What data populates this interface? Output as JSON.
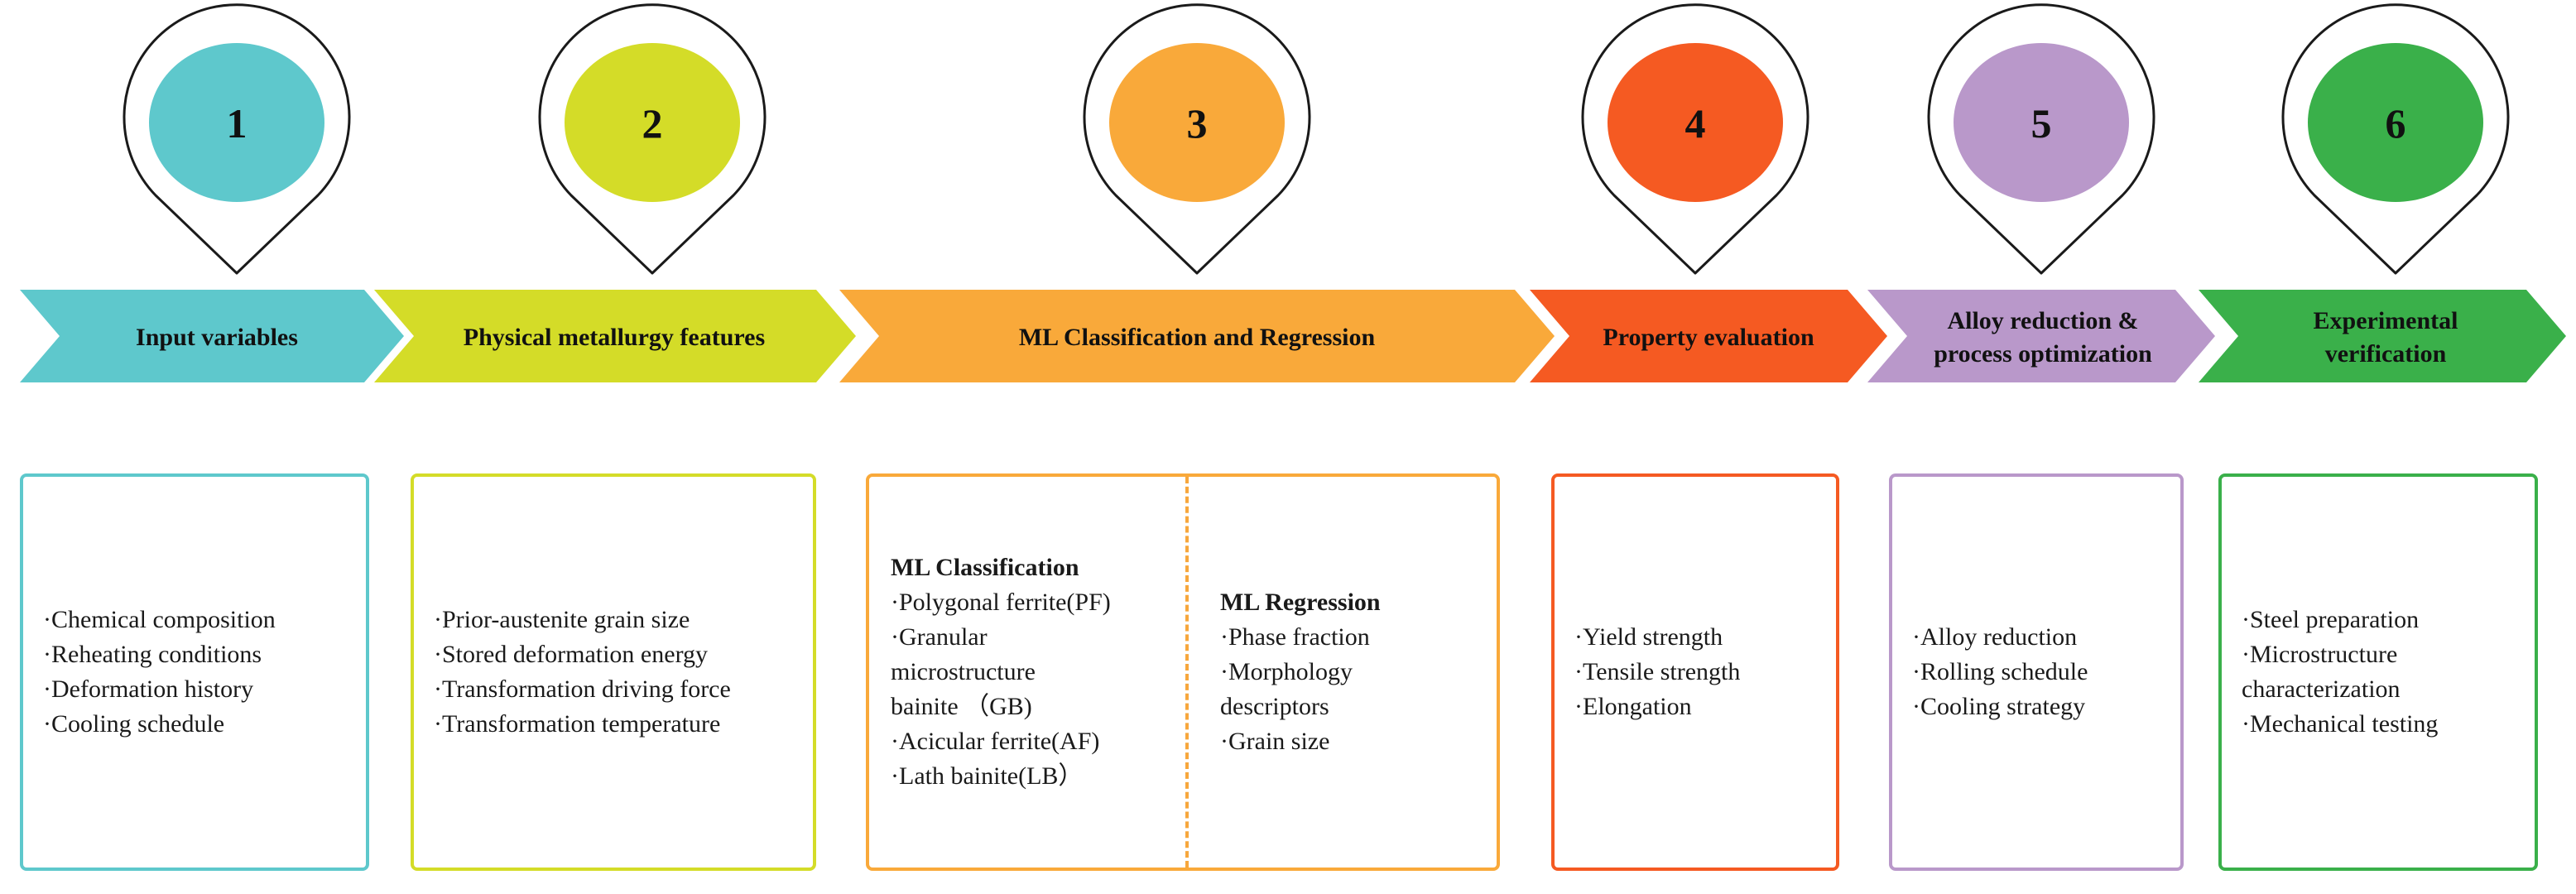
{
  "stages": [
    {
      "number": "1",
      "title_lines": [
        "Input variables"
      ],
      "color": "#5ec8cc",
      "items": [
        "·Chemical composition",
        "·Reheating conditions",
        "·Deformation history",
        "·Cooling schedule"
      ]
    },
    {
      "number": "2",
      "title_lines": [
        "Physical metallurgy features"
      ],
      "color": "#d4dc28",
      "items": [
        "·Prior-austenite grain size",
        "·Stored deformation energy",
        "·Transformation driving force",
        "·Transformation temperature"
      ]
    },
    {
      "number": "3",
      "title_lines": [
        "ML Classification and Regression"
      ],
      "color": "#f9a93a",
      "classification": {
        "title": "ML Classification",
        "items": [
          "·Polygonal ferrite(PF)",
          "·Granular",
          "microstructure",
          "bainite （GB)",
          "·Acicular ferrite(AF)",
          "·Lath bainite(LB）"
        ]
      },
      "regression": {
        "title": "ML Regression",
        "items": [
          "·Phase fraction",
          "·Morphology descriptors",
          "·Grain size"
        ]
      }
    },
    {
      "number": "4",
      "title_lines": [
        "Property evaluation"
      ],
      "color": "#f55a22",
      "items": [
        "·Yield strength",
        "·Tensile strength",
        "·Elongation"
      ]
    },
    {
      "number": "5",
      "title_lines": [
        "Alloy reduction &",
        "process optimization"
      ],
      "color": "#b998ca",
      "items": [
        "·Alloy reduction",
        "·Rolling schedule",
        "·Cooling strategy"
      ]
    },
    {
      "number": "6",
      "title_lines": [
        "Experimental",
        "verification"
      ],
      "color": "#3ab04a",
      "items": [
        "·Steel preparation",
        "·Microstructure characterization",
        "·Mechanical testing"
      ]
    }
  ]
}
